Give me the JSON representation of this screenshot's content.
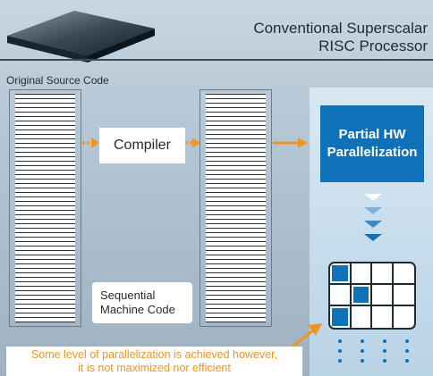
{
  "header": {
    "title_line1": "Conventional Superscalar",
    "title_line2": "RISC Processor"
  },
  "source": {
    "label": "Original Source Code"
  },
  "compiler": {
    "label": "Compiler"
  },
  "machine_code": {
    "label_line1": "Sequential",
    "label_line2": "Machine Code"
  },
  "hw": {
    "label_line1": "Partial HW",
    "label_line2": "Parallelization"
  },
  "grid": {
    "filled": [
      [
        true,
        false,
        false,
        false
      ],
      [
        false,
        true,
        false,
        false
      ],
      [
        true,
        false,
        false,
        false
      ]
    ]
  },
  "note": {
    "line1": "Some level of parallelization is achieved however,",
    "line2": "it is not maximized nor efficient"
  },
  "colors": {
    "accent_orange": "#f29420",
    "accent_blue": "#0f72b8"
  }
}
